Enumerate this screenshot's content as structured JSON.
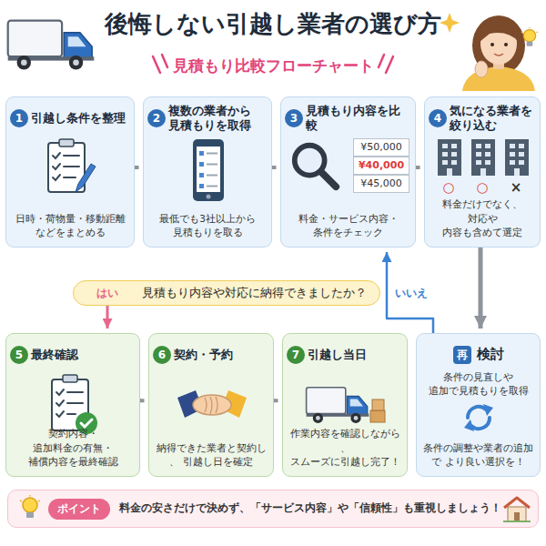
{
  "diagram": {
    "title": "後悔しない引越し業者の選び方",
    "nodes": [
      {
        "text": [
          "1",
          "引越し条件を整理",
          "日時・荷物量・移動距離 などをまとめる"
        ]
      },
      {
        "text": [
          "2",
          "複数の業者から 見積もりを取得",
          "最低でも3社以上から 見積もりを取る"
        ]
      },
      {
        "text": [
          "3",
          "見積もり内容を比較",
          "料金・サービス内容・ 条件をチェック"
        ]
      },
      {
        "text": [
          "4",
          "気になる業者を 絞り込む",
          "料金だけでなく、対応や 内容も含めて選定"
        ]
      },
      {
        "text": [
          "見積もり内容や対応に納得できましたか？"
        ]
      },
      {
        "text": [
          "5",
          "最終確認",
          "契約内容・追加料金の有無・ 補償内容を最終確認"
        ]
      },
      {
        "text": [
          "6",
          "契約・予約",
          "納得できた業者と契約し、 引越し日を確定"
        ]
      },
      {
        "text": [
          "7",
          "引越し当日",
          "作業内容を確認しながら、 スムーズに引越し完了！"
        ]
      },
      {
        "text": [
          "再",
          "検討",
          "条件の見直しや 追加で見積もりを取得",
          "条件の調整や業者の追加で より良い選択を！"
        ]
      },
      {
        "text": [
          "ポイント",
          "料金の安さだけで決めず、「サービス内容」や「信頼性」も重視しましょう！"
        ]
      }
    ],
    "edges": [
      {
        "from": 0,
        "to": 1,
        "arrow": "to"
      },
      {
        "from": 1,
        "to": 2,
        "arrow": "to"
      },
      {
        "from": 2,
        "to": 3,
        "arrow": "to"
      },
      {
        "from": 3,
        "to": 8,
        "arrow": "to"
      },
      {
        "from": 4,
        "to": 5,
        "label": "はい",
        "arrow": "to"
      },
      {
        "from": 8,
        "to": 2,
        "label": "いいえ",
        "arrow": "to"
      },
      {
        "from": 5,
        "to": 6,
        "arrow": "to"
      },
      {
        "from": 6,
        "to": 7,
        "arrow": "to"
      }
    ],
    "labels": [
      "見積もり比較フローチャート",
      "¥50,000",
      "¥40,000",
      "¥45,000",
      "○",
      "○",
      "×"
    ]
  }
}
